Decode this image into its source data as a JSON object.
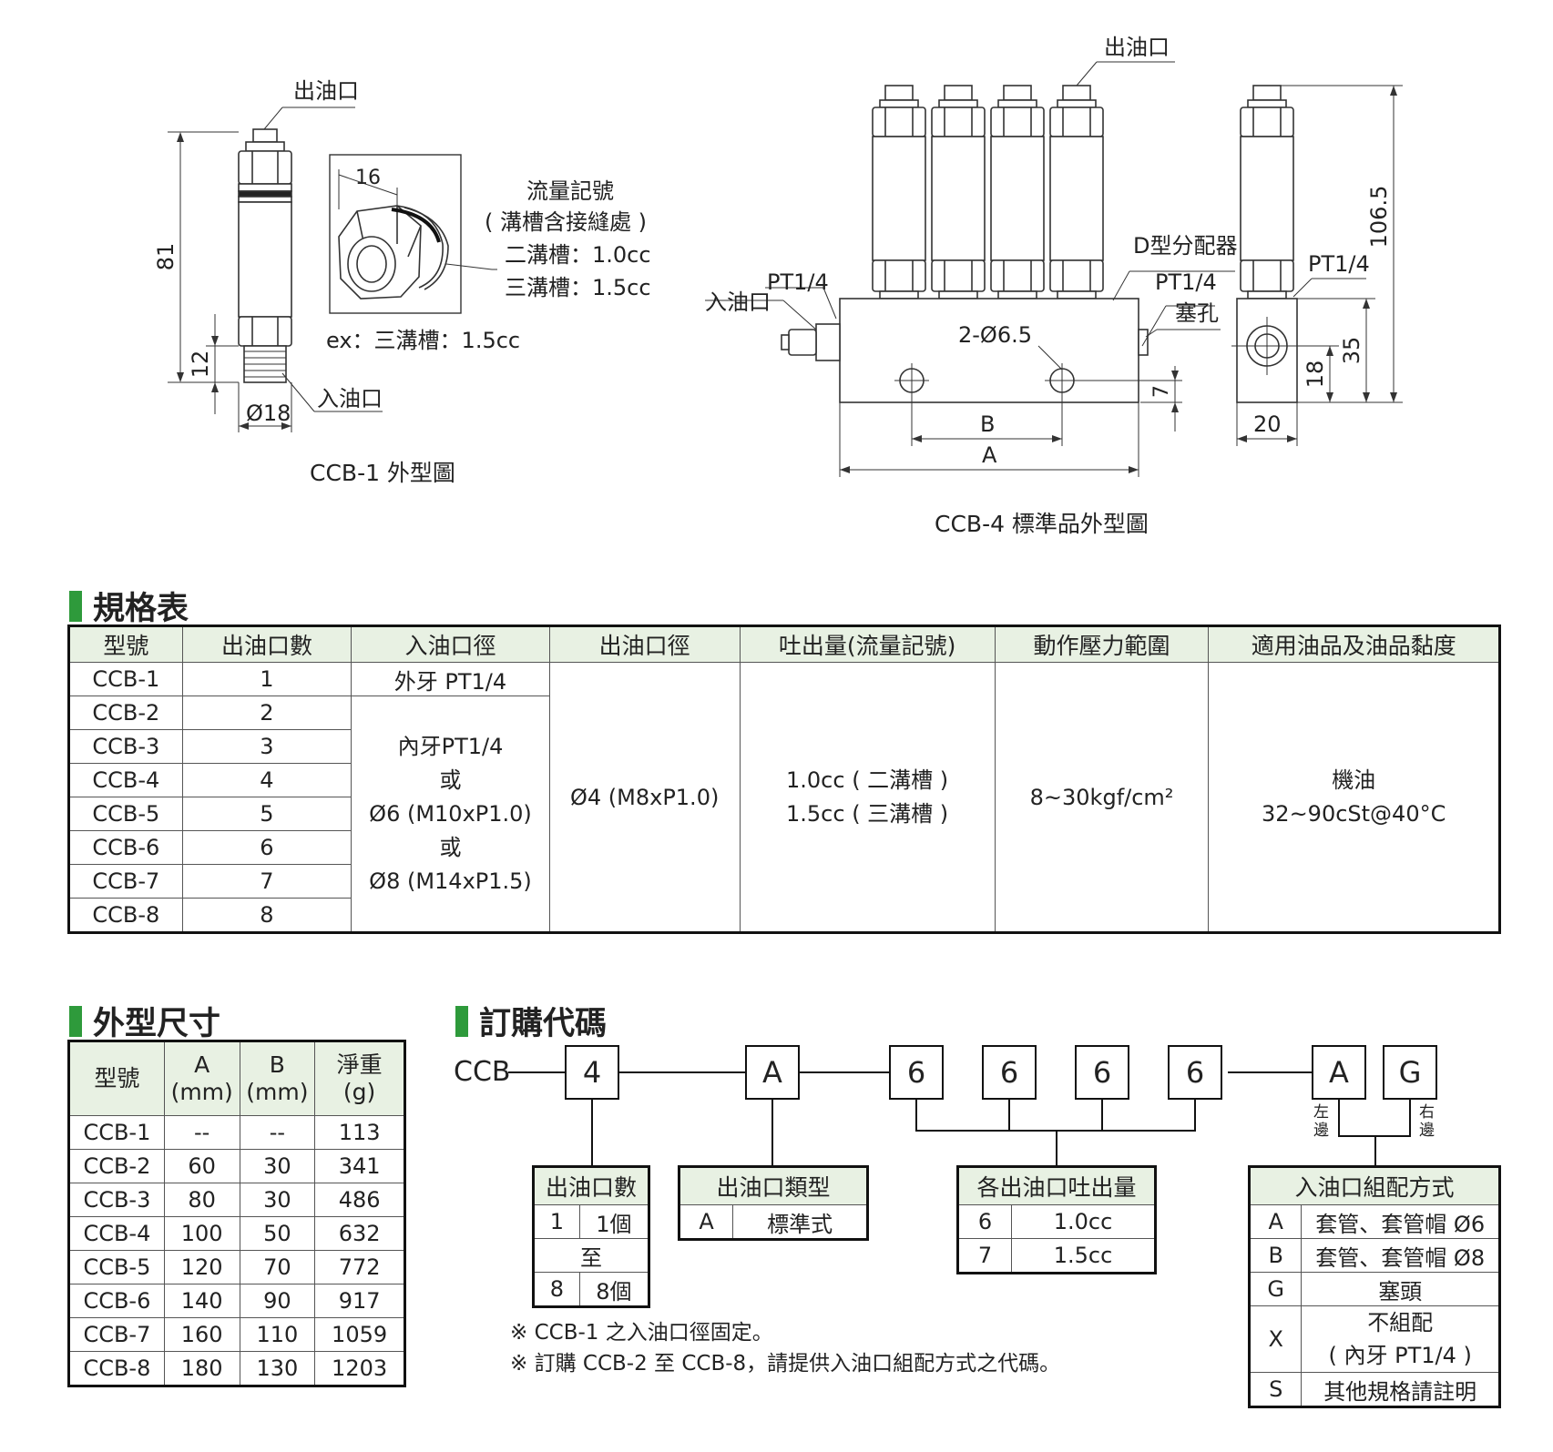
{
  "drawing1": {
    "outlet": "出油口",
    "inlet": "入油口",
    "dim_81": "81",
    "dim_12": "12",
    "dim_18": "Ø18",
    "dim_16": "16",
    "flow_title": "流量記號",
    "flow_sub": "( 溝槽含接縫處 )",
    "flow_two": "二溝槽：1.0cc",
    "flow_three": "三溝槽：1.5cc",
    "example": "ex：三溝槽：1.5cc",
    "caption": "CCB-1 外型圖"
  },
  "drawing2": {
    "outlet": "出油口",
    "inlet": "入油口",
    "pt_left": "PT1/4",
    "d_type": "D型分配器",
    "pt_right": "PT1/4",
    "plug": "塞孔",
    "holes": "2-Ø6.5",
    "dim_B": "B",
    "dim_A": "A",
    "dim_7": "7",
    "pt_side": "PT1/4",
    "dim_1065": "106.5",
    "dim_35": "35",
    "dim_18": "18",
    "dim_20": "20",
    "caption": "CCB-4 標準品外型圖"
  },
  "spec": {
    "title": "規格表",
    "headers": [
      "型號",
      "出油口數",
      "入油口徑",
      "出油口徑",
      "吐出量(流量記號)",
      "動作壓力範圍",
      "適用油品及油品黏度"
    ],
    "models": [
      "CCB-1",
      "CCB-2",
      "CCB-3",
      "CCB-4",
      "CCB-5",
      "CCB-6",
      "CCB-7",
      "CCB-8"
    ],
    "outlets": [
      "1",
      "2",
      "3",
      "4",
      "5",
      "6",
      "7",
      "8"
    ],
    "inlet_ccb1": "外牙 PT1/4",
    "inlet_other": [
      "內牙PT1/4",
      "或",
      "Ø6 (M10xP1.0)",
      "或",
      "Ø8 (M14xP1.5)"
    ],
    "outlet_dia": "Ø4 (M8xP1.0)",
    "discharge": [
      "1.0cc ( 二溝槽 )",
      "1.5cc ( 三溝槽 )"
    ],
    "pressure": "8~30kgf/cm²",
    "oil": [
      "機油",
      "32~90cSt@40°C"
    ]
  },
  "dims": {
    "title": "外型尺寸",
    "headers": [
      "型號",
      "A",
      "(mm)",
      "B",
      "(mm)",
      "淨重",
      "(g)"
    ],
    "rows": [
      [
        "CCB-1",
        "--",
        "--",
        "113"
      ],
      [
        "CCB-2",
        "60",
        "30",
        "341"
      ],
      [
        "CCB-3",
        "80",
        "30",
        "486"
      ],
      [
        "CCB-4",
        "100",
        "50",
        "632"
      ],
      [
        "CCB-5",
        "120",
        "70",
        "772"
      ],
      [
        "CCB-6",
        "140",
        "90",
        "917"
      ],
      [
        "CCB-7",
        "160",
        "110",
        "1059"
      ],
      [
        "CCB-8",
        "180",
        "130",
        "1203"
      ]
    ]
  },
  "order": {
    "title": "訂購代碼",
    "prefix": "CCB",
    "codes": [
      "4",
      "A",
      "6",
      "6",
      "6",
      "6",
      "A",
      "G"
    ],
    "left_label": "左邊",
    "right_label": "右邊",
    "outlet_count": {
      "title": "出油口數",
      "r1": [
        "1",
        "1個"
      ],
      "mid": "至",
      "r3": [
        "8",
        "8個"
      ]
    },
    "outlet_type": {
      "title": "出油口類型",
      "r1": [
        "A",
        "標準式"
      ]
    },
    "discharge": {
      "title": "各出油口吐出量",
      "rows": [
        [
          "6",
          "1.0cc"
        ],
        [
          "7",
          "1.5cc"
        ]
      ]
    },
    "inlet_assembly": {
      "title": "入油口組配方式",
      "rows": [
        [
          "A",
          "套管、套管帽 Ø6"
        ],
        [
          "B",
          "套管、套管帽 Ø8"
        ],
        [
          "G",
          "塞頭"
        ]
      ],
      "x_code": "X",
      "x_l1": "不組配",
      "x_l2": "( 內牙 PT1/4 )",
      "s_code": "S",
      "s_text": "其他規格請註明"
    },
    "note1": "※ CCB-1 之入油口徑固定。",
    "note2": "※ 訂購 CCB-2 至 CCB-8，請提供入油口組配方式之代碼。"
  }
}
